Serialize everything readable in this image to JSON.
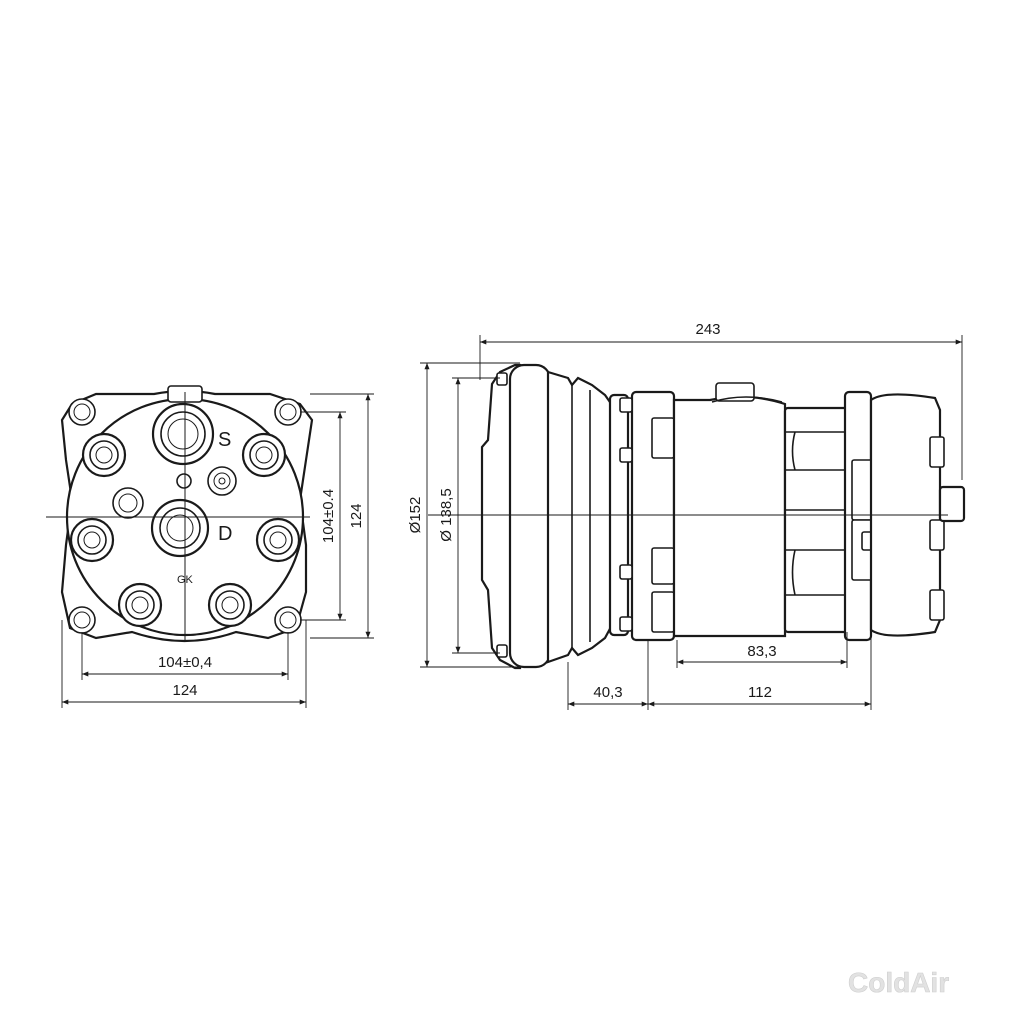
{
  "front_view": {
    "labels": {
      "suction": "S",
      "discharge": "D",
      "mark": "GK"
    },
    "dimensions": {
      "bolt_spacing_horizontal": "104±0,4",
      "width": "124",
      "bolt_spacing_vertical": "104±0.4",
      "height": "124"
    }
  },
  "side_view": {
    "dimensions": {
      "overall_length": "243",
      "pulley_diameter": "Ø152",
      "pulley_inner_diameter": "Ø 138,5",
      "body_length": "83,3",
      "clutch_offset": "40,3",
      "mount_length": "112"
    }
  },
  "watermark": "ColdAir"
}
